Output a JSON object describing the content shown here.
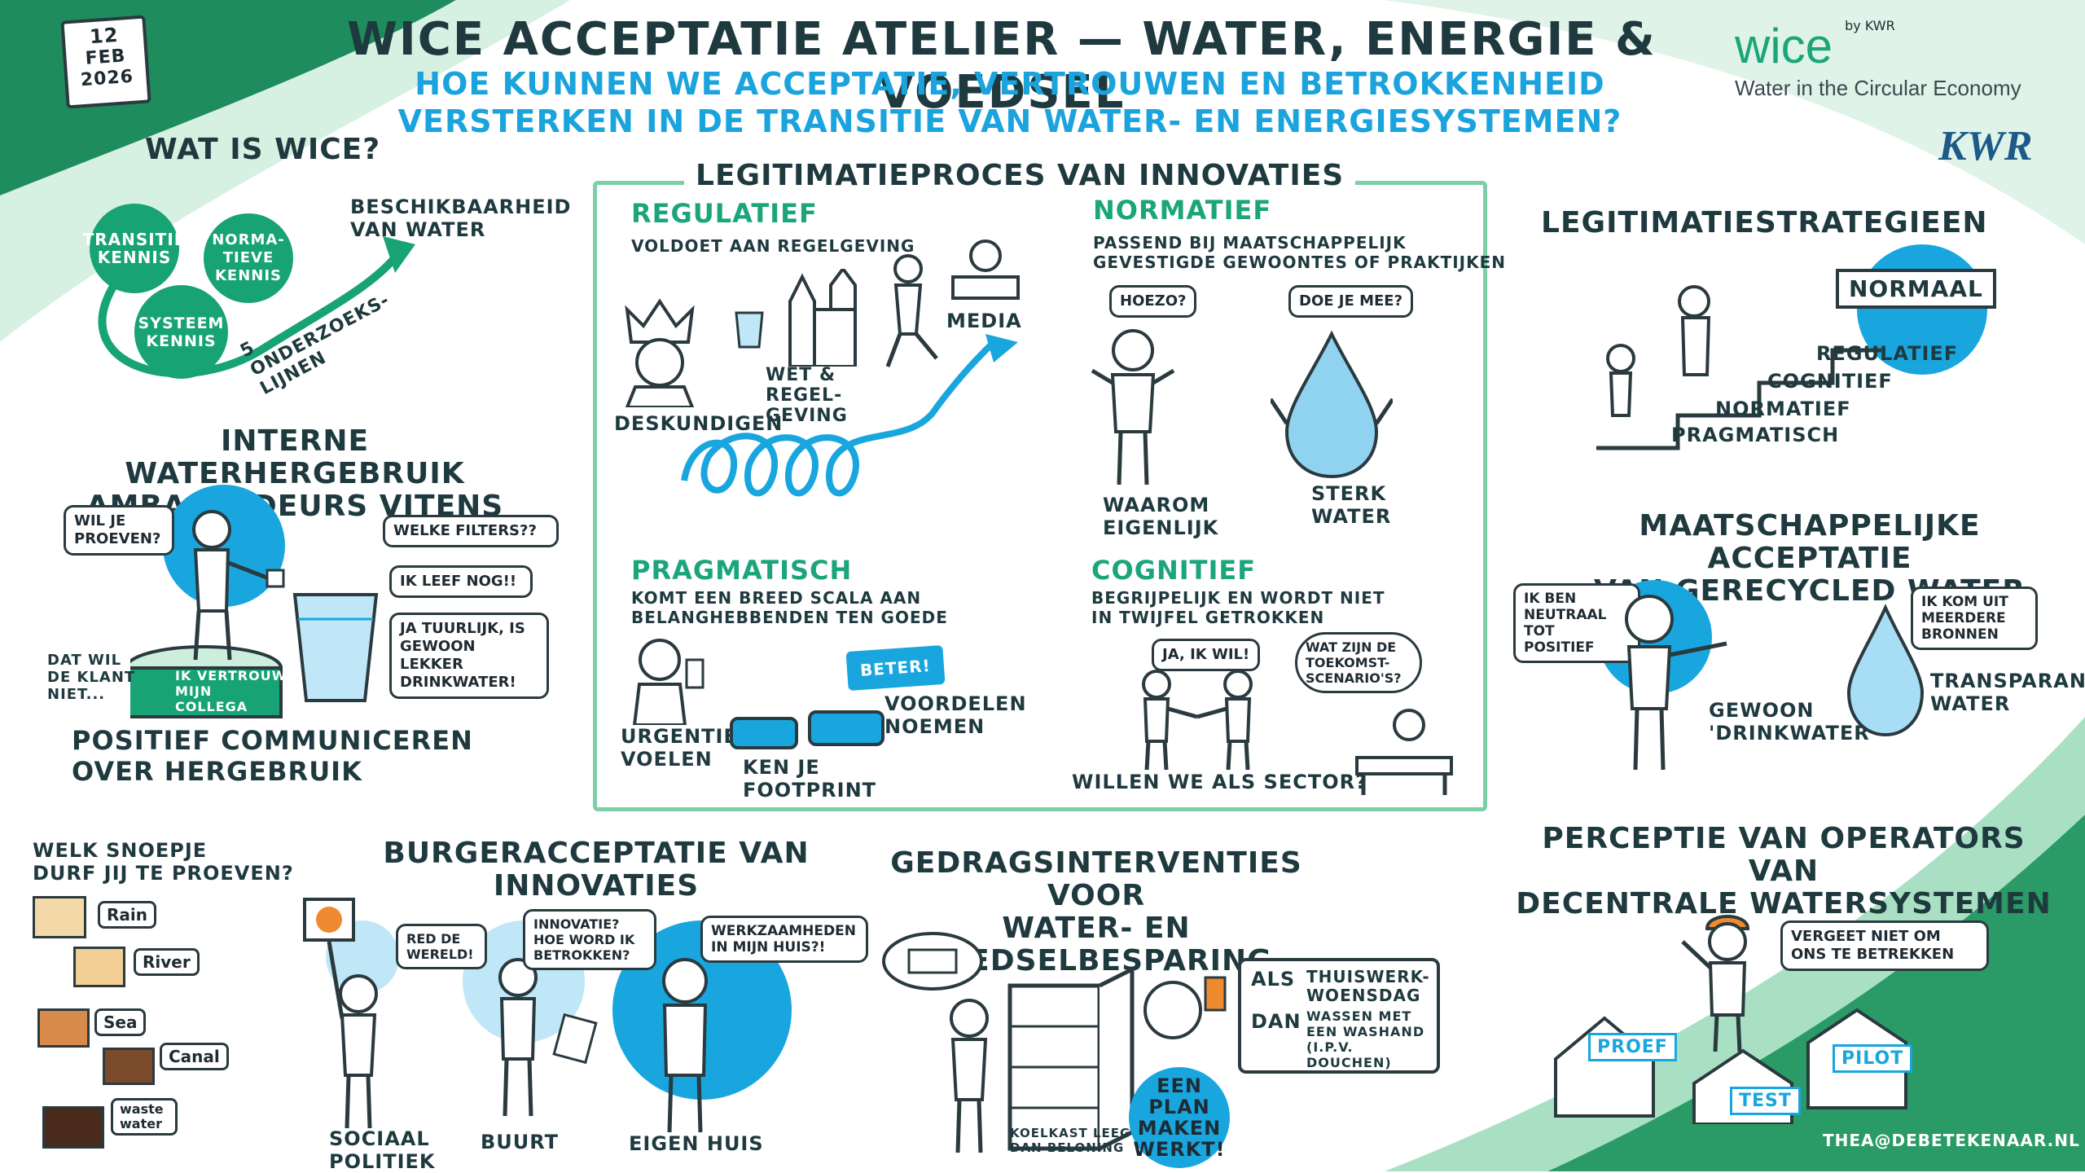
{
  "date": {
    "day": "12",
    "month": "FEB",
    "year": "2026"
  },
  "title": "WiCE Acceptatie Atelier — Water, Energie & Voedsel",
  "subtitle_line1": "Hoe kunnen we acceptatie, vertrouwen en betrokkenheid",
  "subtitle_line2": "versterken in de transitie van water- en energiesystemen?",
  "logo": {
    "wice": "wice",
    "by": "by KWR",
    "tagline": "Water in the Circular Economy",
    "kwr": "KWR"
  },
  "wat_is_wice": {
    "heading": "Wat is WiCE?",
    "transitie_kennis": "Transitie kennis",
    "normatieve_kennis": "Norma- tieve kennis",
    "systeem_kennis": "Systeem kennis",
    "beschikbaarheid": "Beschikbaarheid van water",
    "onderzoekslijnen": "5 onderzoeks- lijnen"
  },
  "interne": {
    "heading1": "Interne waterhergebruik",
    "heading2": "ambassadeurs Vitens",
    "wil_je_proeven": "Wil je proeven?",
    "welke_filters": "Welke filters??",
    "ik_leef_nog": "Ik leef nog!!",
    "ja_tuurlijk": "Ja tuurlijk, is gewoon lekker drinkwater!",
    "ik_vertrouw": "Ik vertrouw mijn collega",
    "dat_wil": "Dat wil de klant niet...",
    "positief1": "Positief communiceren",
    "positief2": "over hergebruik"
  },
  "snoepje": {
    "question1": "Welk snoepje",
    "question2": "durf jij te proeven?",
    "items": [
      "Rain",
      "River",
      "Sea",
      "Canal",
      "waste water"
    ]
  },
  "legitimatie": {
    "heading": "Legitimatieproces van innovaties",
    "regulatief": "Regulatief",
    "regulatief_desc": "Voldoet aan regelgeving",
    "deskundigen": "Deskundigen",
    "wet": "Wet & regel- geving",
    "media": "Media",
    "normatief": "Normatief",
    "normatief_desc1": "Passend bij maatschappelijk",
    "normatief_desc2": "gevestigde gewoontes of praktijken",
    "hoezo": "Hoezo?",
    "doe_je_mee": "Doe je mee?",
    "waarom": "Waarom eigenlijk",
    "sterk_water": "Sterk water",
    "pragmatisch": "Pragmatisch",
    "pragmatisch_desc1": "Komt een breed scala aan",
    "pragmatisch_desc2": "belanghebbenden ten goede",
    "beter": "Beter!",
    "urgentie": "Urgentie voelen",
    "ken_je": "Ken je footprint",
    "voordelen": "Voordelen noemen",
    "cognitief": "Cognitief",
    "cognitief_desc1": "Begrijpelijk en wordt niet",
    "cognitief_desc2": "in twijfel getrokken",
    "ja_ik_wil": "Ja, ik wil!",
    "scenarios": "Wat zijn de toekomst- scenario's?",
    "willen_we": "Willen we als sector?"
  },
  "strategieen": {
    "heading": "Legitimatiestrategieen",
    "normaal": "Normaal",
    "steps": [
      "Regulatief",
      "Cognitief",
      "Normatief",
      "Pragmatisch"
    ]
  },
  "maatschappelijk": {
    "heading1": "Maatschappelijke acceptatie",
    "heading2": "van gerecycled water",
    "neutraal": "Ik ben neutraal tot positief",
    "meerdere": "Ik kom uit meerdere bronnen",
    "gewoon": "Gewoon 'drinkwater'",
    "transparant": "Transparant water"
  },
  "burger": {
    "heading1": "Burgeracceptatie van",
    "heading2": "innovaties",
    "red_de": "Red de wereld!",
    "innovatie": "Innovatie? Hoe word ik betrokken?",
    "werkzaamheden": "Werkzaamheden in mijn huis?!",
    "sociaal": "Sociaal politiek",
    "buurt": "Buurt",
    "eigen_huis": "Eigen huis"
  },
  "gedrag": {
    "heading1": "Gedragsinterventies voor",
    "heading2": "water- en",
    "heading3": "voedselbesparing",
    "als": "Als",
    "dan": "Dan",
    "als_text": "Thuiswerk- woensdag",
    "dan_text": "wassen met een washand (i.p.v. douchen)",
    "koelkast": "Koelkast leeg dan beloning",
    "plan": "Een plan maken werkt!"
  },
  "perceptie": {
    "heading1": "Perceptie van operators van",
    "heading2": "decentrale watersystemen",
    "vergeet": "Vergeet niet om ons te betrekken",
    "proef": "Proef",
    "pilot": "Pilot",
    "test": "Test"
  },
  "email": "thea@debetekenaar.nl"
}
